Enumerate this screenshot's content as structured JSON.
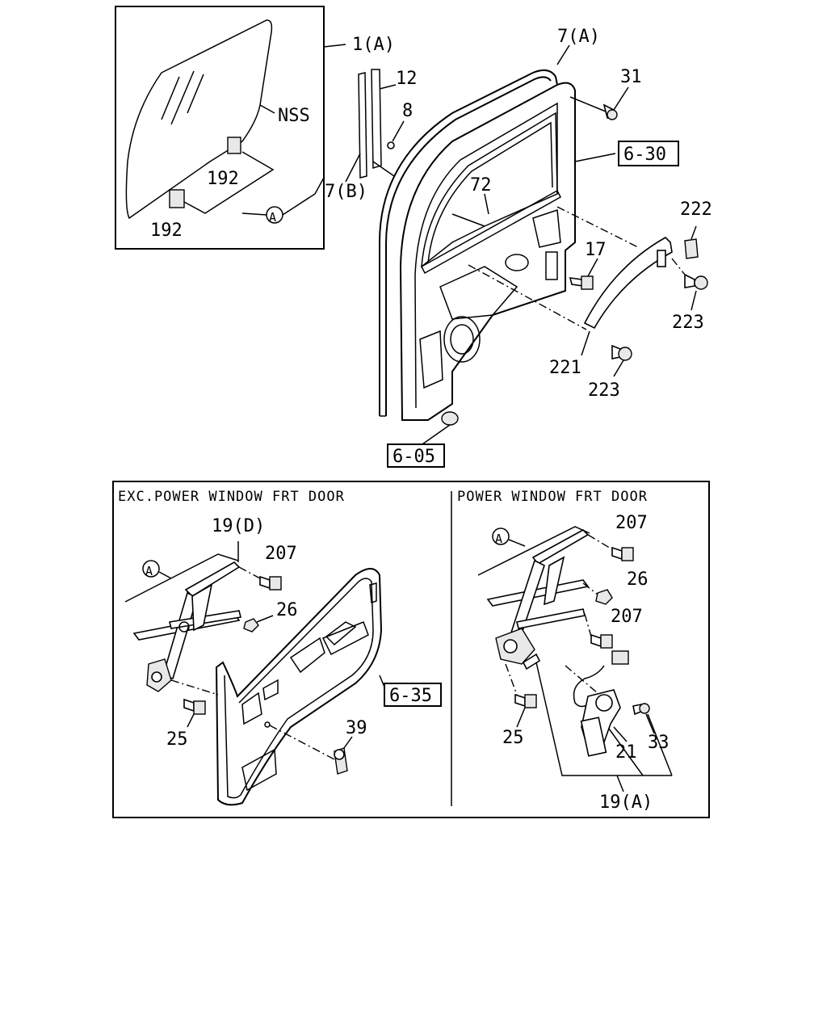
{
  "labels": {
    "glass": "1(A)",
    "weatherstrip_a": "7(A)",
    "weatherstrip_b": "7(B)",
    "run_channel": "12",
    "screw_8": "8",
    "nss": "NSS",
    "clip_upper": "192",
    "clip_lower": "192",
    "bolt_31": "31",
    "ref_6_30": "6-30",
    "trim_72": "72",
    "cap_222": "222",
    "bolt_17": "17",
    "screw_223_upper": "223",
    "garnish_221": "221",
    "screw_223_lower": "223",
    "ref_6_05": "6-05",
    "circle_a_top": "A",
    "left_header": "EXC.POWER WINDOW FRT DOOR",
    "regulator_19d": "19(D)",
    "bolt_207_left": "207",
    "nut_26_left": "26",
    "ref_6_35": "6-35",
    "bolt_25_left": "25",
    "handle_39": "39",
    "circle_a_left": "A",
    "right_header": "POWER WINDOW FRT DOOR",
    "bolt_207_right_top": "207",
    "nut_26_right": "26",
    "bolt_207_right_mid": "207",
    "bolt_25_right": "25",
    "motor_21": "21",
    "screw_33": "33",
    "regulator_19a": "19(A)",
    "circle_a_right": "A"
  }
}
